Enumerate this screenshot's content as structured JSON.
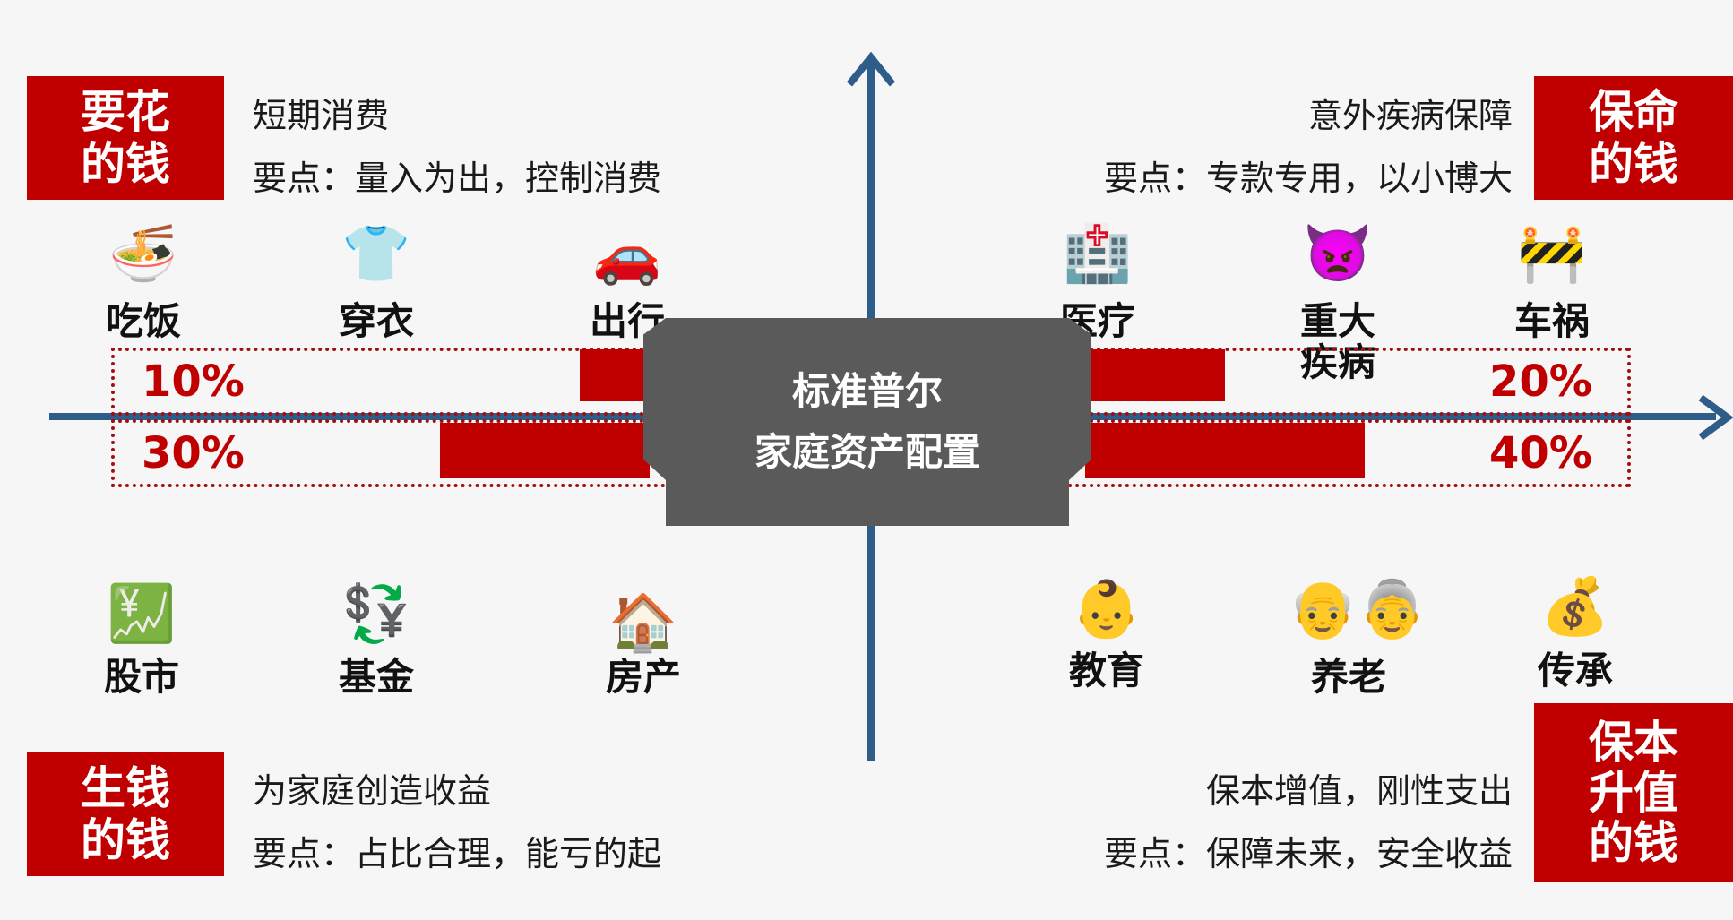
{
  "center_title": [
    "标准普尔",
    "家庭资产配置"
  ],
  "quadrants": {
    "top_left": {
      "box": [
        "要花",
        "的钱"
      ],
      "line1": "短期消费",
      "line2": "要点：量入为出，控制消费",
      "percent": "10%",
      "share": 0.1,
      "items": [
        {
          "icon": "🍜",
          "icon_name": "noodle-bowl-icon",
          "label": "吃饭"
        },
        {
          "icon": "👕",
          "icon_name": "shirt-icon",
          "label": "穿衣"
        },
        {
          "icon": "🚗",
          "icon_name": "car-icon",
          "label": "出行"
        }
      ]
    },
    "top_right": {
      "box": [
        "保命",
        "的钱"
      ],
      "line1": "意外疾病保障",
      "line2": "要点：专款专用，以小博大",
      "percent": "20%",
      "share": 0.2,
      "items": [
        {
          "icon": "🏥",
          "icon_name": "hospital-icon",
          "label": "医疗"
        },
        {
          "icon": "👿",
          "icon_name": "devil-icon",
          "label": "重大\n疾病"
        },
        {
          "icon": "🚧",
          "icon_name": "barrier-icon",
          "label": "车祸"
        }
      ]
    },
    "bottom_left": {
      "box": [
        "生钱",
        "的钱"
      ],
      "line1": "为家庭创造收益",
      "line2": "要点：占比合理，能亏的起",
      "percent": "30%",
      "share": 0.3,
      "items": [
        {
          "icon": "💹",
          "icon_name": "stock-chart-icon",
          "label": "股市"
        },
        {
          "icon": "💱",
          "icon_name": "currency-exchange-icon",
          "label": "基金"
        },
        {
          "icon": "🏠",
          "icon_name": "house-icon",
          "label": "房产"
        }
      ]
    },
    "bottom_right": {
      "box": [
        "保本",
        "升值",
        "的钱"
      ],
      "line1": "保本增值，刚性支出",
      "line2": "要点：保障未来，安全收益",
      "percent": "40%",
      "share": 0.4,
      "items": [
        {
          "icon": "👶",
          "icon_name": "baby-icon",
          "label": "教育"
        },
        {
          "icon": "👴👵",
          "icon_name": "elderly-couple-icon",
          "label": "养老"
        },
        {
          "icon": "💰",
          "icon_name": "money-bag-icon",
          "label": "传承"
        }
      ]
    }
  },
  "colors": {
    "accent": "#c00000",
    "axis": "#2f5d8a",
    "center": "#5a5a5a"
  }
}
